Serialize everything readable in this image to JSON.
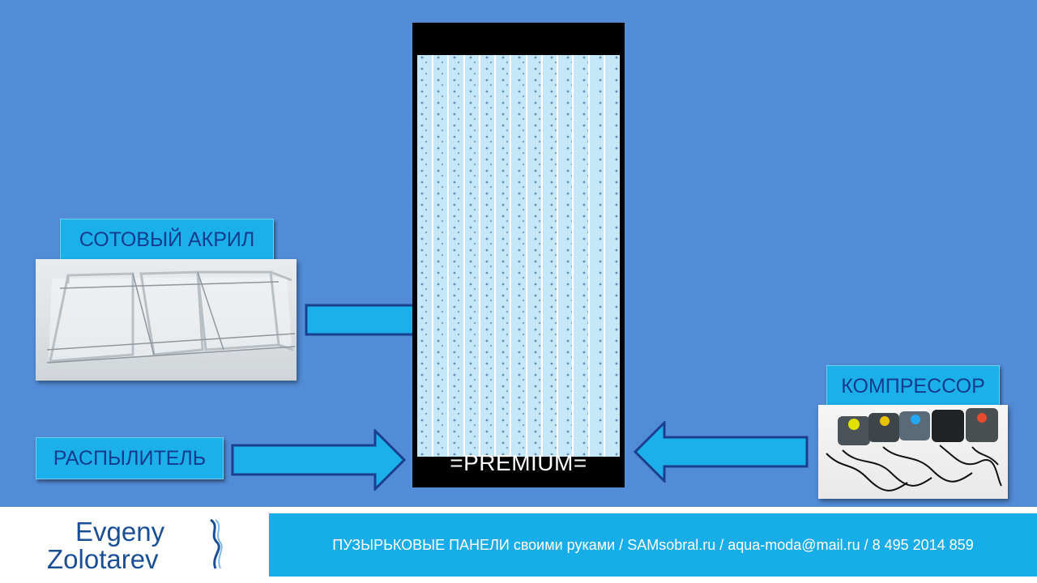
{
  "labels": {
    "acrylic": "СОТОВЫЙ АКРИЛ",
    "sprayer": "РАСПЫЛИТЕЛЬ",
    "compressor": "КОМПРЕССОР"
  },
  "panel": {
    "brand": "=PREMIUM="
  },
  "footer": {
    "author_first": "Evgeny",
    "author_last": "Zolotarev",
    "tagline": "ПУЗЫРЬКОВЫЕ ПАНЕЛИ своими руками / SAMsobral.ru / aqua-moda@mail.ru  / 8 495 2014 859"
  },
  "colors": {
    "background": "#528bd6",
    "label_fill": "#1cb0ea",
    "label_text": "#143c8e",
    "arrow_fill": "#1cb0ea",
    "arrow_stroke": "#1b3f8f",
    "panel_frame": "#000000",
    "footer_bar": "#17ade8",
    "author_text": "#1a4f96"
  }
}
